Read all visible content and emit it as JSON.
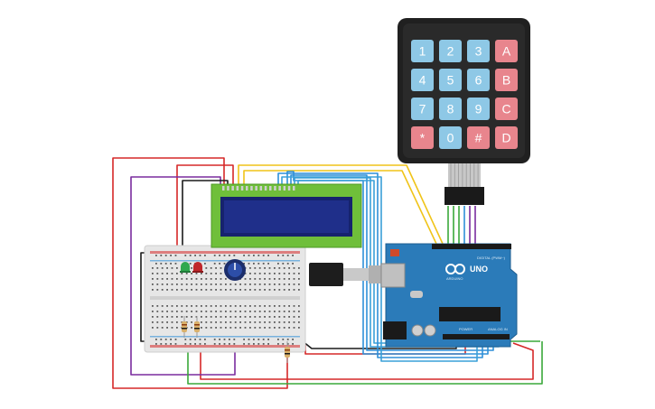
{
  "keypad": {
    "rows": [
      [
        {
          "label": "1",
          "kind": "digit"
        },
        {
          "label": "2",
          "kind": "digit"
        },
        {
          "label": "3",
          "kind": "digit"
        },
        {
          "label": "A",
          "kind": "letter"
        }
      ],
      [
        {
          "label": "4",
          "kind": "digit"
        },
        {
          "label": "5",
          "kind": "digit"
        },
        {
          "label": "6",
          "kind": "digit"
        },
        {
          "label": "B",
          "kind": "letter"
        }
      ],
      [
        {
          "label": "7",
          "kind": "digit"
        },
        {
          "label": "8",
          "kind": "digit"
        },
        {
          "label": "9",
          "kind": "digit"
        },
        {
          "label": "C",
          "kind": "letter"
        }
      ],
      [
        {
          "label": "*",
          "kind": "symbol"
        },
        {
          "label": "0",
          "kind": "digit"
        },
        {
          "label": "#",
          "kind": "symbol"
        },
        {
          "label": "D",
          "kind": "letter"
        }
      ]
    ],
    "colors": {
      "body": "#202020",
      "digit": "#8ec8e6",
      "letter": "#e8858d",
      "symbol": "#e8858d"
    }
  },
  "arduino": {
    "model_label": "UNO",
    "brand_label": "ARDUINO",
    "digital_label": "DIGITAL (PWM~)",
    "power_label": "POWER",
    "analog_label": "ANALOG IN",
    "board_color": "#2b7bb9"
  },
  "lcd": {
    "bezel_color": "#6fbf3a",
    "screen_color": "#1f2f8a"
  },
  "wire_colors": {
    "red": "#d62828",
    "yellow": "#f0c419",
    "blue": "#2e8fd8",
    "purple": "#7a2c9e",
    "green": "#3aa83a",
    "black": "#1a1a1a",
    "cyan": "#3aa0d8"
  }
}
